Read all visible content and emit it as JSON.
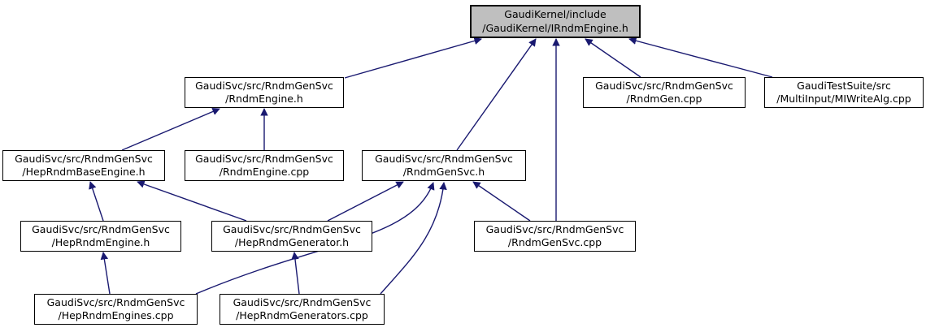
{
  "diagram": {
    "colors": {
      "edge": "#191970",
      "node_border": "#000000",
      "node_fill": "#ffffff",
      "highlight_fill": "#bfbfbf",
      "text": "#000000",
      "background": "#ffffff"
    },
    "nodes": {
      "irndmengine_h": {
        "line1": "GaudiKernel/include",
        "line2": "/GaudiKernel/IRndmEngine.h",
        "highlighted": true
      },
      "rndmengine_h": {
        "line1": "GaudiSvc/src/RndmGenSvc",
        "line2": "/RndmEngine.h"
      },
      "rndmgen_cpp": {
        "line1": "GaudiSvc/src/RndmGenSvc",
        "line2": "/RndmGen.cpp"
      },
      "miwritealg_cpp": {
        "line1": "GaudiTestSuite/src",
        "line2": "/MultiInput/MIWriteAlg.cpp"
      },
      "heprndmbaseengine_h": {
        "line1": "GaudiSvc/src/RndmGenSvc",
        "line2": "/HepRndmBaseEngine.h"
      },
      "rndmengine_cpp": {
        "line1": "GaudiSvc/src/RndmGenSvc",
        "line2": "/RndmEngine.cpp"
      },
      "rndmgensvc_h": {
        "line1": "GaudiSvc/src/RndmGenSvc",
        "line2": "/RndmGenSvc.h"
      },
      "heprndmengine_h": {
        "line1": "GaudiSvc/src/RndmGenSvc",
        "line2": "/HepRndmEngine.h"
      },
      "heprndmgenerator_h": {
        "line1": "GaudiSvc/src/RndmGenSvc",
        "line2": "/HepRndmGenerator.h"
      },
      "rndmgensvc_cpp": {
        "line1": "GaudiSvc/src/RndmGenSvc",
        "line2": "/RndmGenSvc.cpp"
      },
      "heprndmengines_cpp": {
        "line1": "GaudiSvc/src/RndmGenSvc",
        "line2": "/HepRndmEngines.cpp"
      },
      "heprndmgenerators_cpp": {
        "line1": "GaudiSvc/src/RndmGenSvc",
        "line2": "/HepRndmGenerators.cpp"
      }
    },
    "edges": [
      {
        "from": "rndmengine_h",
        "to": "irndmengine_h"
      },
      {
        "from": "rndmgensvc_h",
        "to": "irndmengine_h"
      },
      {
        "from": "rndmgensvc_cpp",
        "to": "irndmengine_h"
      },
      {
        "from": "rndmgen_cpp",
        "to": "irndmengine_h"
      },
      {
        "from": "miwritealg_cpp",
        "to": "irndmengine_h"
      },
      {
        "from": "heprndmbaseengine_h",
        "to": "rndmengine_h"
      },
      {
        "from": "rndmengine_cpp",
        "to": "rndmengine_h"
      },
      {
        "from": "heprndmengine_h",
        "to": "heprndmbaseengine_h"
      },
      {
        "from": "heprndmgenerator_h",
        "to": "heprndmbaseengine_h"
      },
      {
        "from": "heprndmgenerator_h",
        "to": "rndmgensvc_h"
      },
      {
        "from": "rndmgensvc_cpp",
        "to": "rndmgensvc_h"
      },
      {
        "from": "heprndmengines_cpp",
        "to": "heprndmengine_h"
      },
      {
        "from": "heprndmgenerators_cpp",
        "to": "heprndmgenerator_h"
      },
      {
        "from": "heprndmengines_cpp",
        "to": "rndmgensvc_h"
      },
      {
        "from": "heprndmgenerators_cpp",
        "to": "rndmgensvc_h"
      }
    ]
  }
}
